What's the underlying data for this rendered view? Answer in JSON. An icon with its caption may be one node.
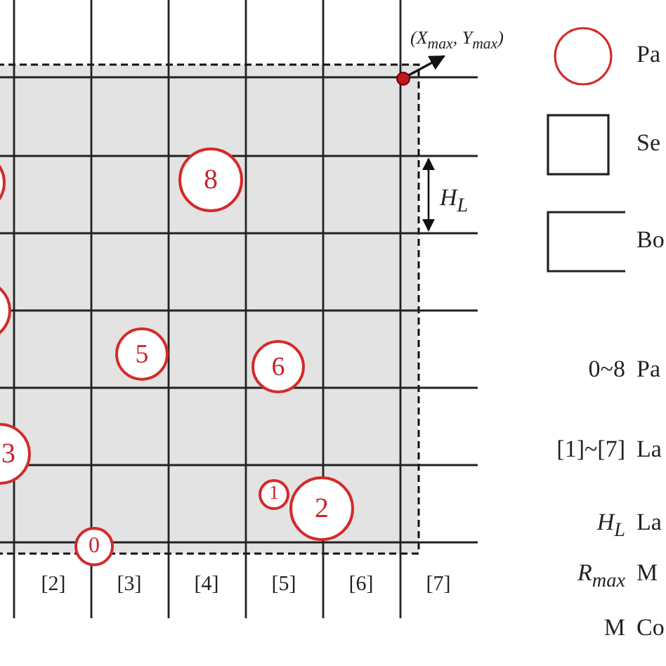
{
  "diagram": {
    "nodes": [
      {
        "text": [],
        "shape": "circle"
      },
      {
        "text": [
          "8"
        ]
      },
      {
        "text": [],
        "shape": "circle"
      },
      {
        "text": [
          "5"
        ]
      },
      {
        "text": [
          "6"
        ]
      },
      {
        "text": [
          "3"
        ]
      },
      {
        "text": [
          "1"
        ]
      },
      {
        "text": [
          "2"
        ]
      },
      {
        "text": [
          "0"
        ]
      }
    ],
    "labels": [
      "(X$_{max}$, Y$_{max}$)",
      "H$_{L}$",
      "[2]",
      "[3]",
      "[4]",
      "[5]",
      "[6]",
      "[7]",
      "0~8",
      "Pa",
      "[1]~[7]",
      "La",
      "H$_{L}$",
      "La",
      "R$_{max}$",
      "M",
      "M",
      "Co"
    ],
    "legend": [
      {
        "text": "Pa"
      },
      {
        "text": "Se"
      },
      {
        "text": "Bo"
      }
    ]
  }
}
